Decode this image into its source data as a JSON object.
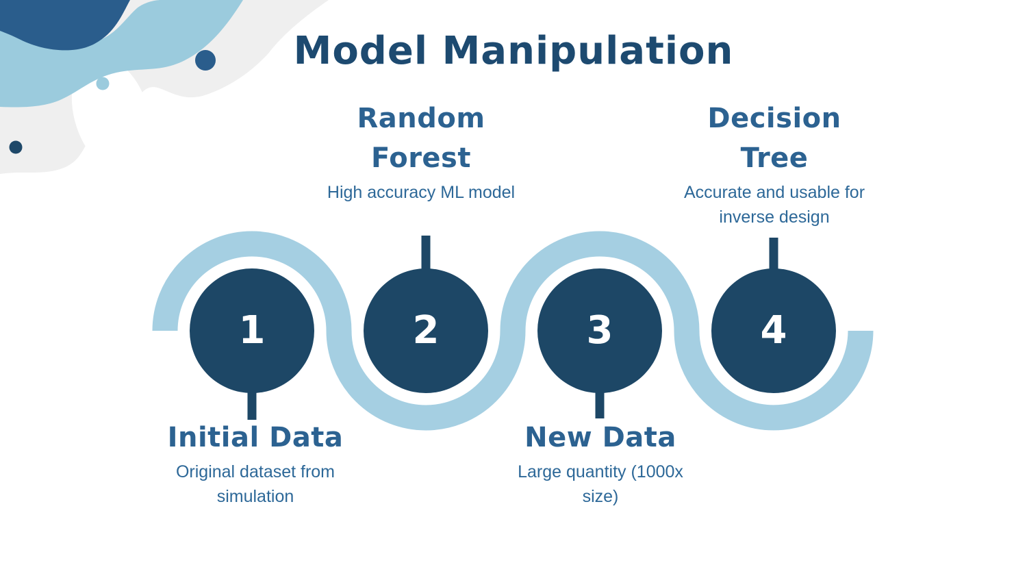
{
  "slide": {
    "title": "Model Manipulation"
  },
  "steps": [
    {
      "number": "1",
      "title": "Initial Data",
      "description": "Original dataset from simulation",
      "label_position": "below"
    },
    {
      "number": "2",
      "title": "Random Forest",
      "description": "High accuracy ML model",
      "label_position": "above"
    },
    {
      "number": "3",
      "title": "New Data",
      "description": "Large quantity (1000x size)",
      "label_position": "below"
    },
    {
      "number": "4",
      "title": "Decision Tree",
      "description": "Accurate and usable for inverse design",
      "label_position": "above"
    }
  ],
  "colors": {
    "title_text": "#1d4a70",
    "heading_text": "#2c6291",
    "description_text": "#2d6898",
    "circle_fill": "#1d4766",
    "wave": "#a5cfe2",
    "blob_dark_blue": "#2a5d8c",
    "blob_light_blue": "#9bcbdd",
    "blob_gray": "#efefef",
    "number_text": "#ffffff"
  }
}
